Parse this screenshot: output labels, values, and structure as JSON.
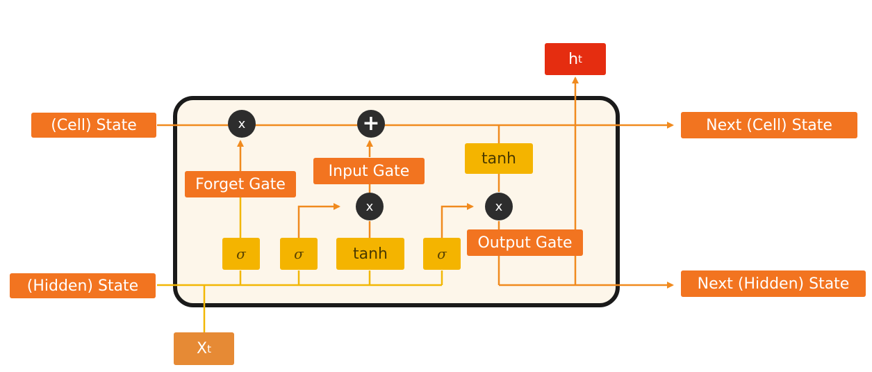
{
  "labels": {
    "cell_state": "(Cell) State",
    "hidden_state": "(Hidden) State",
    "next_cell_state": "Next (Cell) State",
    "next_hidden_state": "Next (Hidden) State",
    "forget_gate": "Forget Gate",
    "input_gate": "Input Gate",
    "output_gate": "Output Gate",
    "tanh_cell": "tanh",
    "tanh_input": "tanh",
    "sigma": "σ",
    "multiply": "x",
    "add": "+",
    "h_base": "h",
    "h_sub": "t",
    "x_base": "X",
    "x_sub": "t"
  },
  "colors": {
    "orange_box": "#f27420",
    "gold_box": "#f4b400",
    "red_box": "#e52d10",
    "input_box": "#e68a35",
    "cell_body": "#fdf6ea",
    "orange_line": "#f08a1e",
    "gold_line": "#f2b705",
    "operator": "#2d2d2d"
  }
}
